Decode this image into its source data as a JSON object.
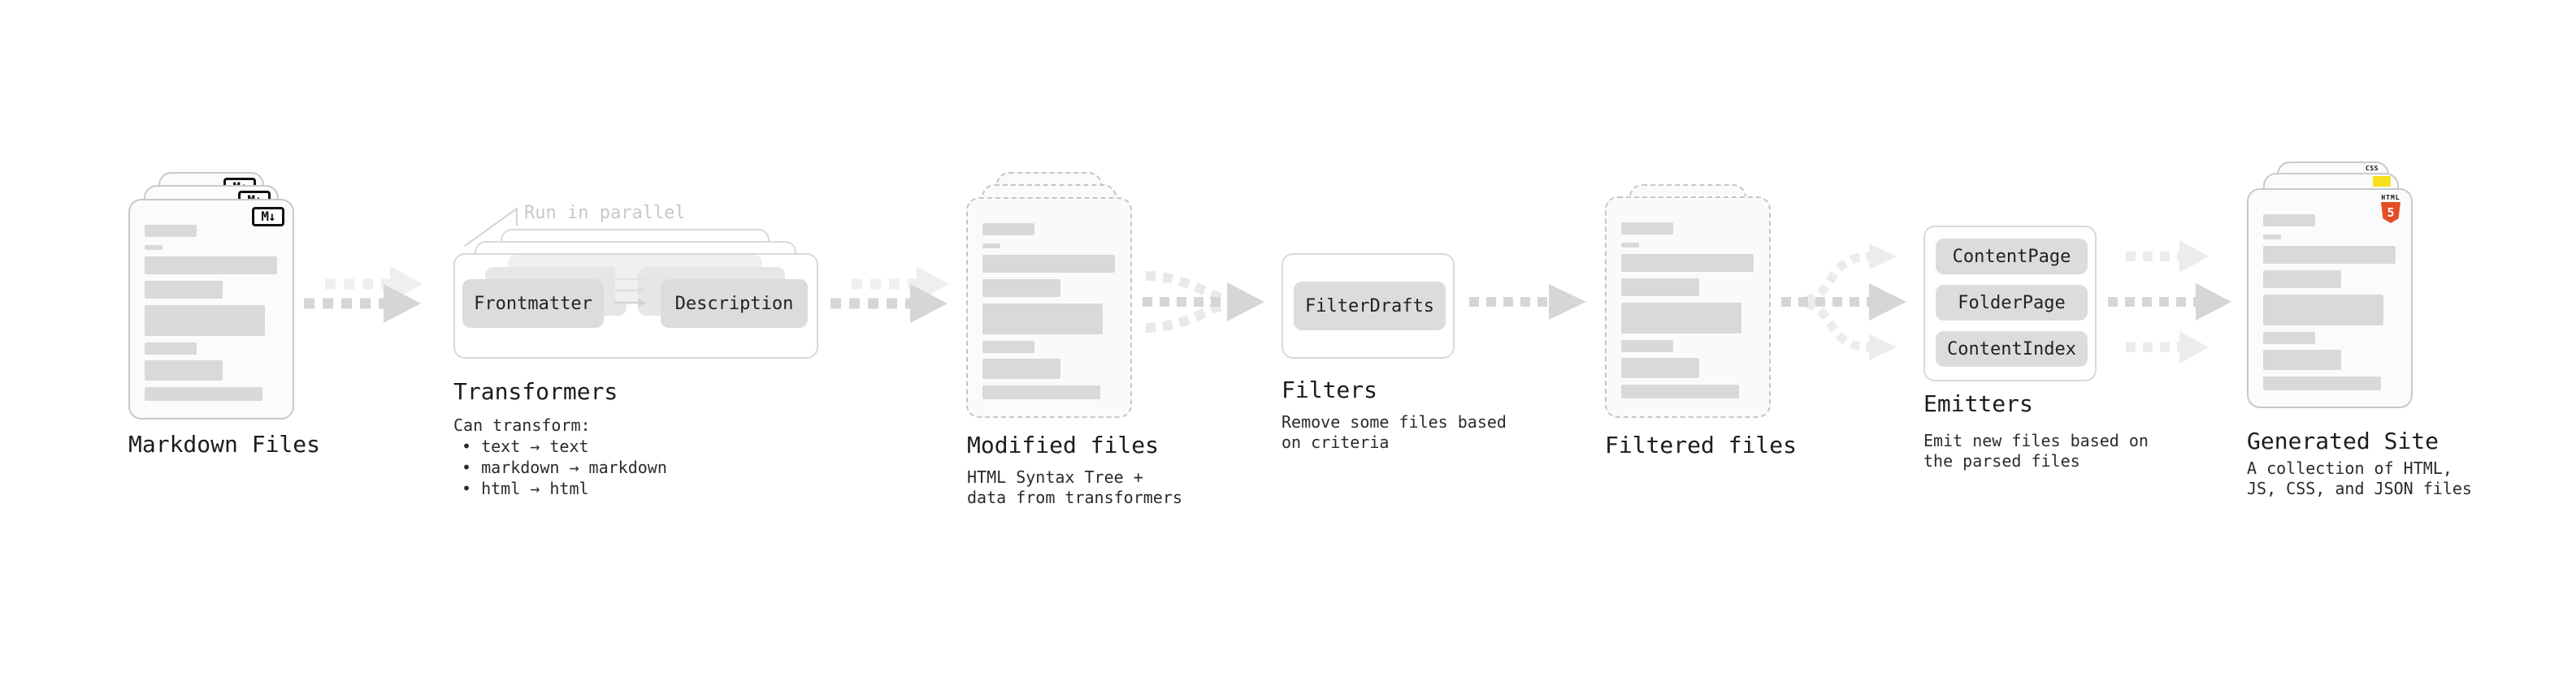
{
  "nodes": {
    "markdown_files": {
      "label": "Markdown Files",
      "file_icon": "M↓"
    },
    "transformers": {
      "label": "Transformers",
      "annotation": "Run in parallel",
      "box_left": "Frontmatter",
      "box_right": "Description",
      "caption_title": "Can transform:",
      "bullets": [
        "• text → text",
        "• markdown → markdown",
        "• html → html"
      ]
    },
    "modified_files": {
      "label": "Modified files",
      "caption_lines": [
        "HTML Syntax Tree +",
        "data from transformers"
      ]
    },
    "filters": {
      "label": "Filters",
      "box": "FilterDrafts",
      "caption_lines": [
        "Remove some files based",
        "on criteria"
      ]
    },
    "filtered_files": {
      "label": "Filtered files"
    },
    "emitters": {
      "label": "Emitters",
      "boxes": [
        "ContentPage",
        "FolderPage",
        "ContentIndex"
      ],
      "caption_lines": [
        "Emit new files based on",
        "the parsed files"
      ]
    },
    "generated_site": {
      "label": "Generated Site",
      "caption_lines": [
        "A collection of HTML,",
        "JS, CSS, and JSON files"
      ],
      "css_badge": "CSS",
      "html_badge_word": "HTML",
      "html_badge_number": "5"
    }
  },
  "colors": {
    "background": "#ffffff",
    "doc_fill": "#fbfbfb",
    "doc_border": "#c9c9c9",
    "placeholder_bar": "#d9d9d9",
    "container_border": "#d9d9d9",
    "chip_fill": "#dcdcdc",
    "arrow_main": "#d6d6d6",
    "arrow_light": "#ececec",
    "annotation_text": "#c8c8c8",
    "label_text": "#1c1c1c",
    "css_blue": "#2962f1",
    "js_yellow": "#f7df1e",
    "html5_orange": "#e44d26"
  }
}
